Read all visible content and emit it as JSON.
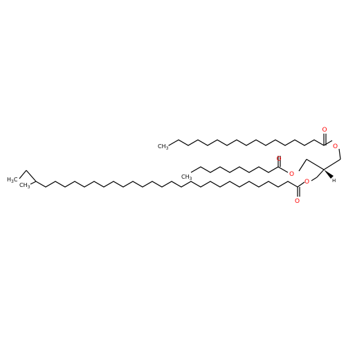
{
  "molecule": {
    "atom_labels": {
      "ch3_top": {
        "main": "CH",
        "sub": "3"
      },
      "ch3_middle": {
        "main": "CH",
        "sub": "3"
      },
      "h3c_left": {
        "main": "H",
        "sub": "3",
        "tail": "C"
      },
      "ch3_branch": {
        "main": "CH",
        "sub": "3"
      },
      "o_ester_top": "O",
      "o_carbonyl_top": "O",
      "o_ester_middle": "O",
      "o_carbonyl_middle": "O",
      "o_ester_bottom": "O",
      "o_carbonyl_bottom": "O",
      "h_stereo": "H"
    },
    "colors": {
      "bond": "#000000",
      "oxygen": "#ff0000",
      "background": "#ffffff"
    }
  }
}
